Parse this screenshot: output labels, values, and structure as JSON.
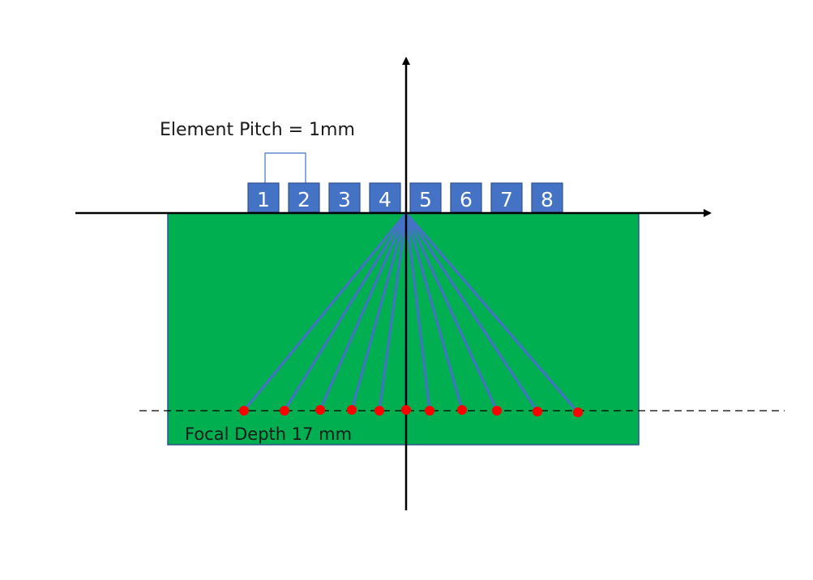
{
  "labels": {
    "element_pitch": "Element Pitch = 1mm",
    "focal_depth": "Focal Depth 17 mm"
  },
  "elements": [
    "1",
    "2",
    "3",
    "4",
    "5",
    "6",
    "7",
    "8"
  ],
  "focal_point_count": 11,
  "colors": {
    "background": "#ffffff",
    "medium_fill": "#00b050",
    "medium_border": "#2f528f",
    "element_fill": "#4472c4",
    "element_border": "#2f528f",
    "element_text": "#ffffff",
    "ray": "#4472c4",
    "focal_point": "#ff0000",
    "axis": "#000000",
    "pitch_bracket": "#4472c4"
  }
}
